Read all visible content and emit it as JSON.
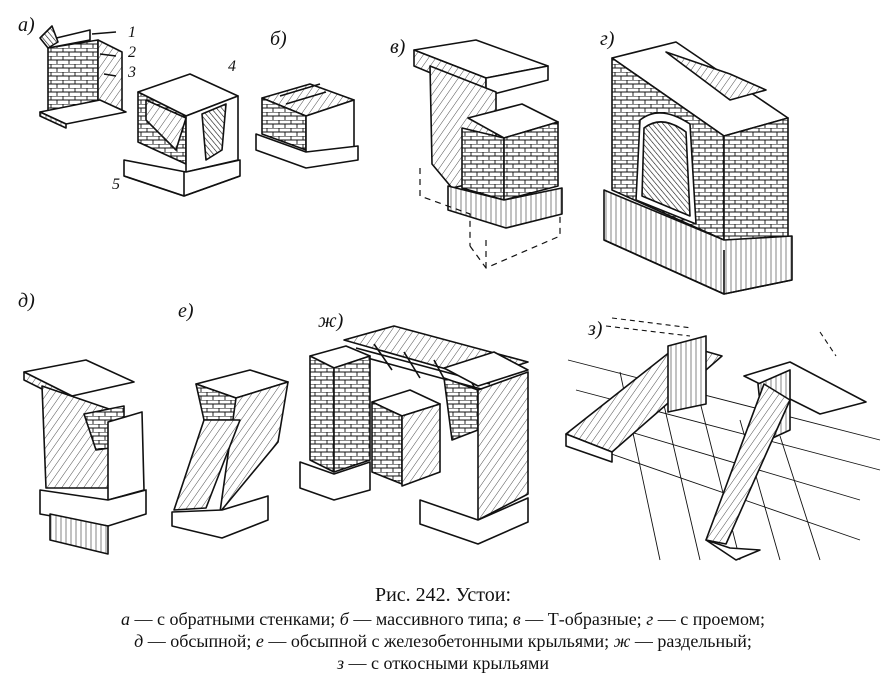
{
  "figure": {
    "labels": {
      "a": "а)",
      "b": "б)",
      "v": "в)",
      "g": "г)",
      "d": "д)",
      "e": "е)",
      "zh": "ж)",
      "z": "з)"
    },
    "callouts": [
      "1",
      "2",
      "3",
      "4",
      "5"
    ]
  },
  "caption": {
    "title": "Рис. 242. Устои:",
    "lines": [
      [
        {
          "key": "а",
          "text": " — с обратными стенками; "
        },
        {
          "key": "б",
          "text": " — массивного типа; "
        },
        {
          "key": "в",
          "text": " — Т-образные; "
        },
        {
          "key": "г",
          "text": " — с проемом;"
        }
      ],
      [
        {
          "key": "д",
          "text": " — обсыпной; "
        },
        {
          "key": "е",
          "text": " — обсыпной с железобетонными крыльями; "
        },
        {
          "key": "ж",
          "text": " — раздельный;"
        }
      ],
      [
        {
          "key": "з",
          "text": " — с откосными крыльями"
        }
      ]
    ]
  }
}
